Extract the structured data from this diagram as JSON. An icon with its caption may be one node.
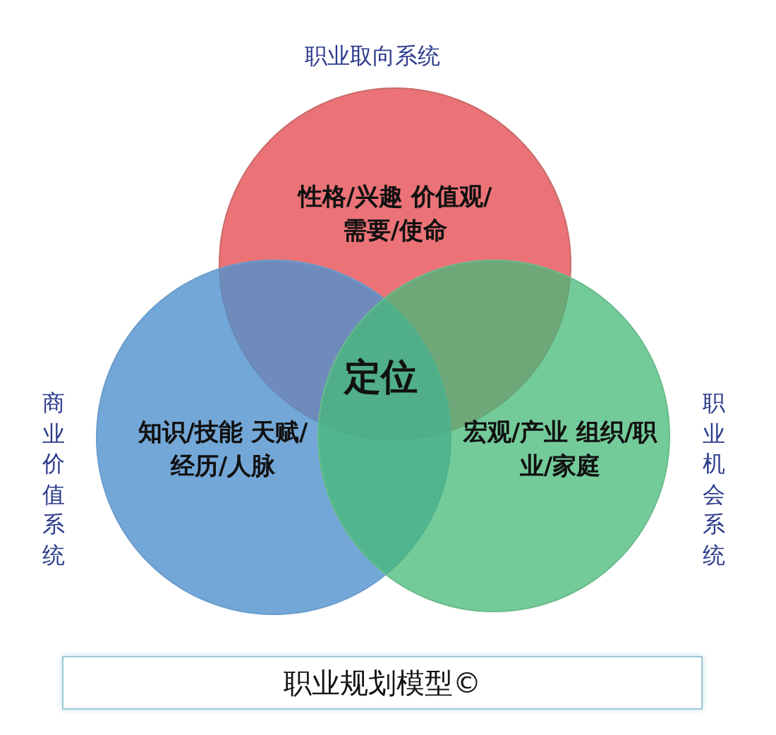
{
  "diagram": {
    "caption": "职业规划模型©",
    "nodes": [
      {
        "text": [
          "性格/兴趣 价值观/需要/使命"
        ],
        "beside": [
          "职业取向系统"
        ]
      },
      {
        "text": [
          "知识/技能 天赋/经历/人脉"
        ],
        "beside": [
          "商业价值系统"
        ]
      },
      {
        "text": [
          "宏观/产业 组织/职业/家庭"
        ],
        "beside": [
          "职业机会系统"
        ]
      }
    ],
    "labels": [
      "定位"
    ]
  }
}
